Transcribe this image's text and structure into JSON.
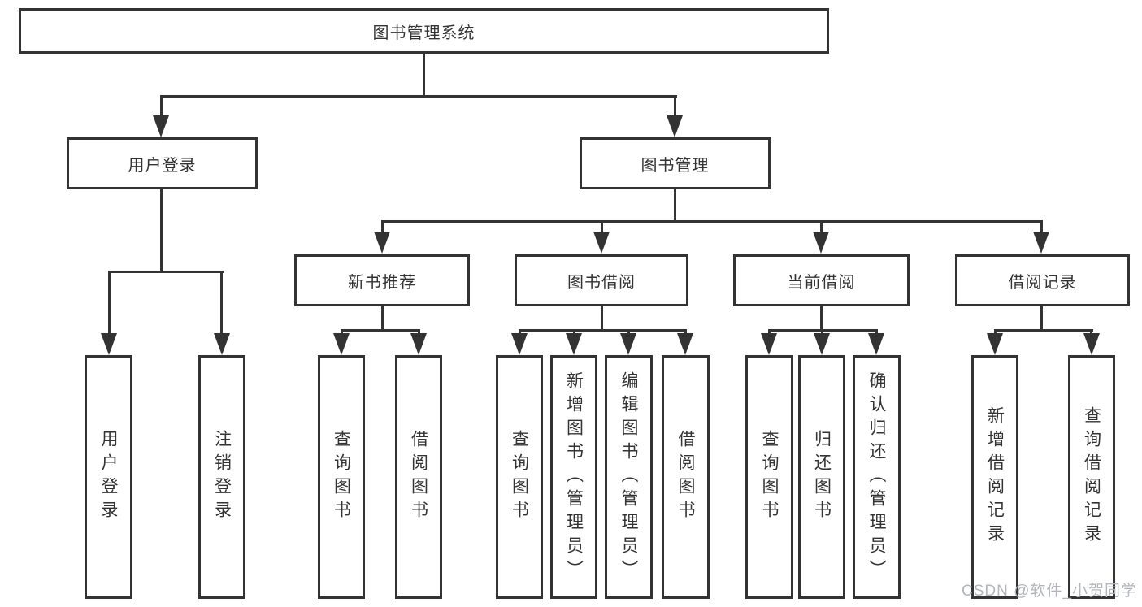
{
  "tree": {
    "label": "图书管理系统",
    "children": [
      {
        "label": "用户登录",
        "children": [
          {
            "label": "用户登录"
          },
          {
            "label": "注销登录"
          }
        ]
      },
      {
        "label": "图书管理",
        "children": [
          {
            "label": "新书推荐",
            "children": [
              {
                "label": "查询图书"
              },
              {
                "label": "借阅图书"
              }
            ]
          },
          {
            "label": "图书借阅",
            "children": [
              {
                "label": "查询图书"
              },
              {
                "label": "新增图书（管理员）"
              },
              {
                "label": "编辑图书（管理员）"
              },
              {
                "label": "借阅图书"
              }
            ]
          },
          {
            "label": "当前借阅",
            "children": [
              {
                "label": "查询图书"
              },
              {
                "label": "归还图书"
              },
              {
                "label": "确认归还（管理员）"
              }
            ]
          },
          {
            "label": "借阅记录",
            "children": [
              {
                "label": "新增借阅记录"
              },
              {
                "label": "查询借阅记录"
              }
            ]
          }
        ]
      }
    ]
  },
  "watermark": {
    "text": "CSDN @软件_小贺同学"
  },
  "colors": {
    "line": "#333333",
    "text": "#333333",
    "box_background": "#ffffff",
    "watermark": "#b2b5ba",
    "background": "#ffffff"
  }
}
